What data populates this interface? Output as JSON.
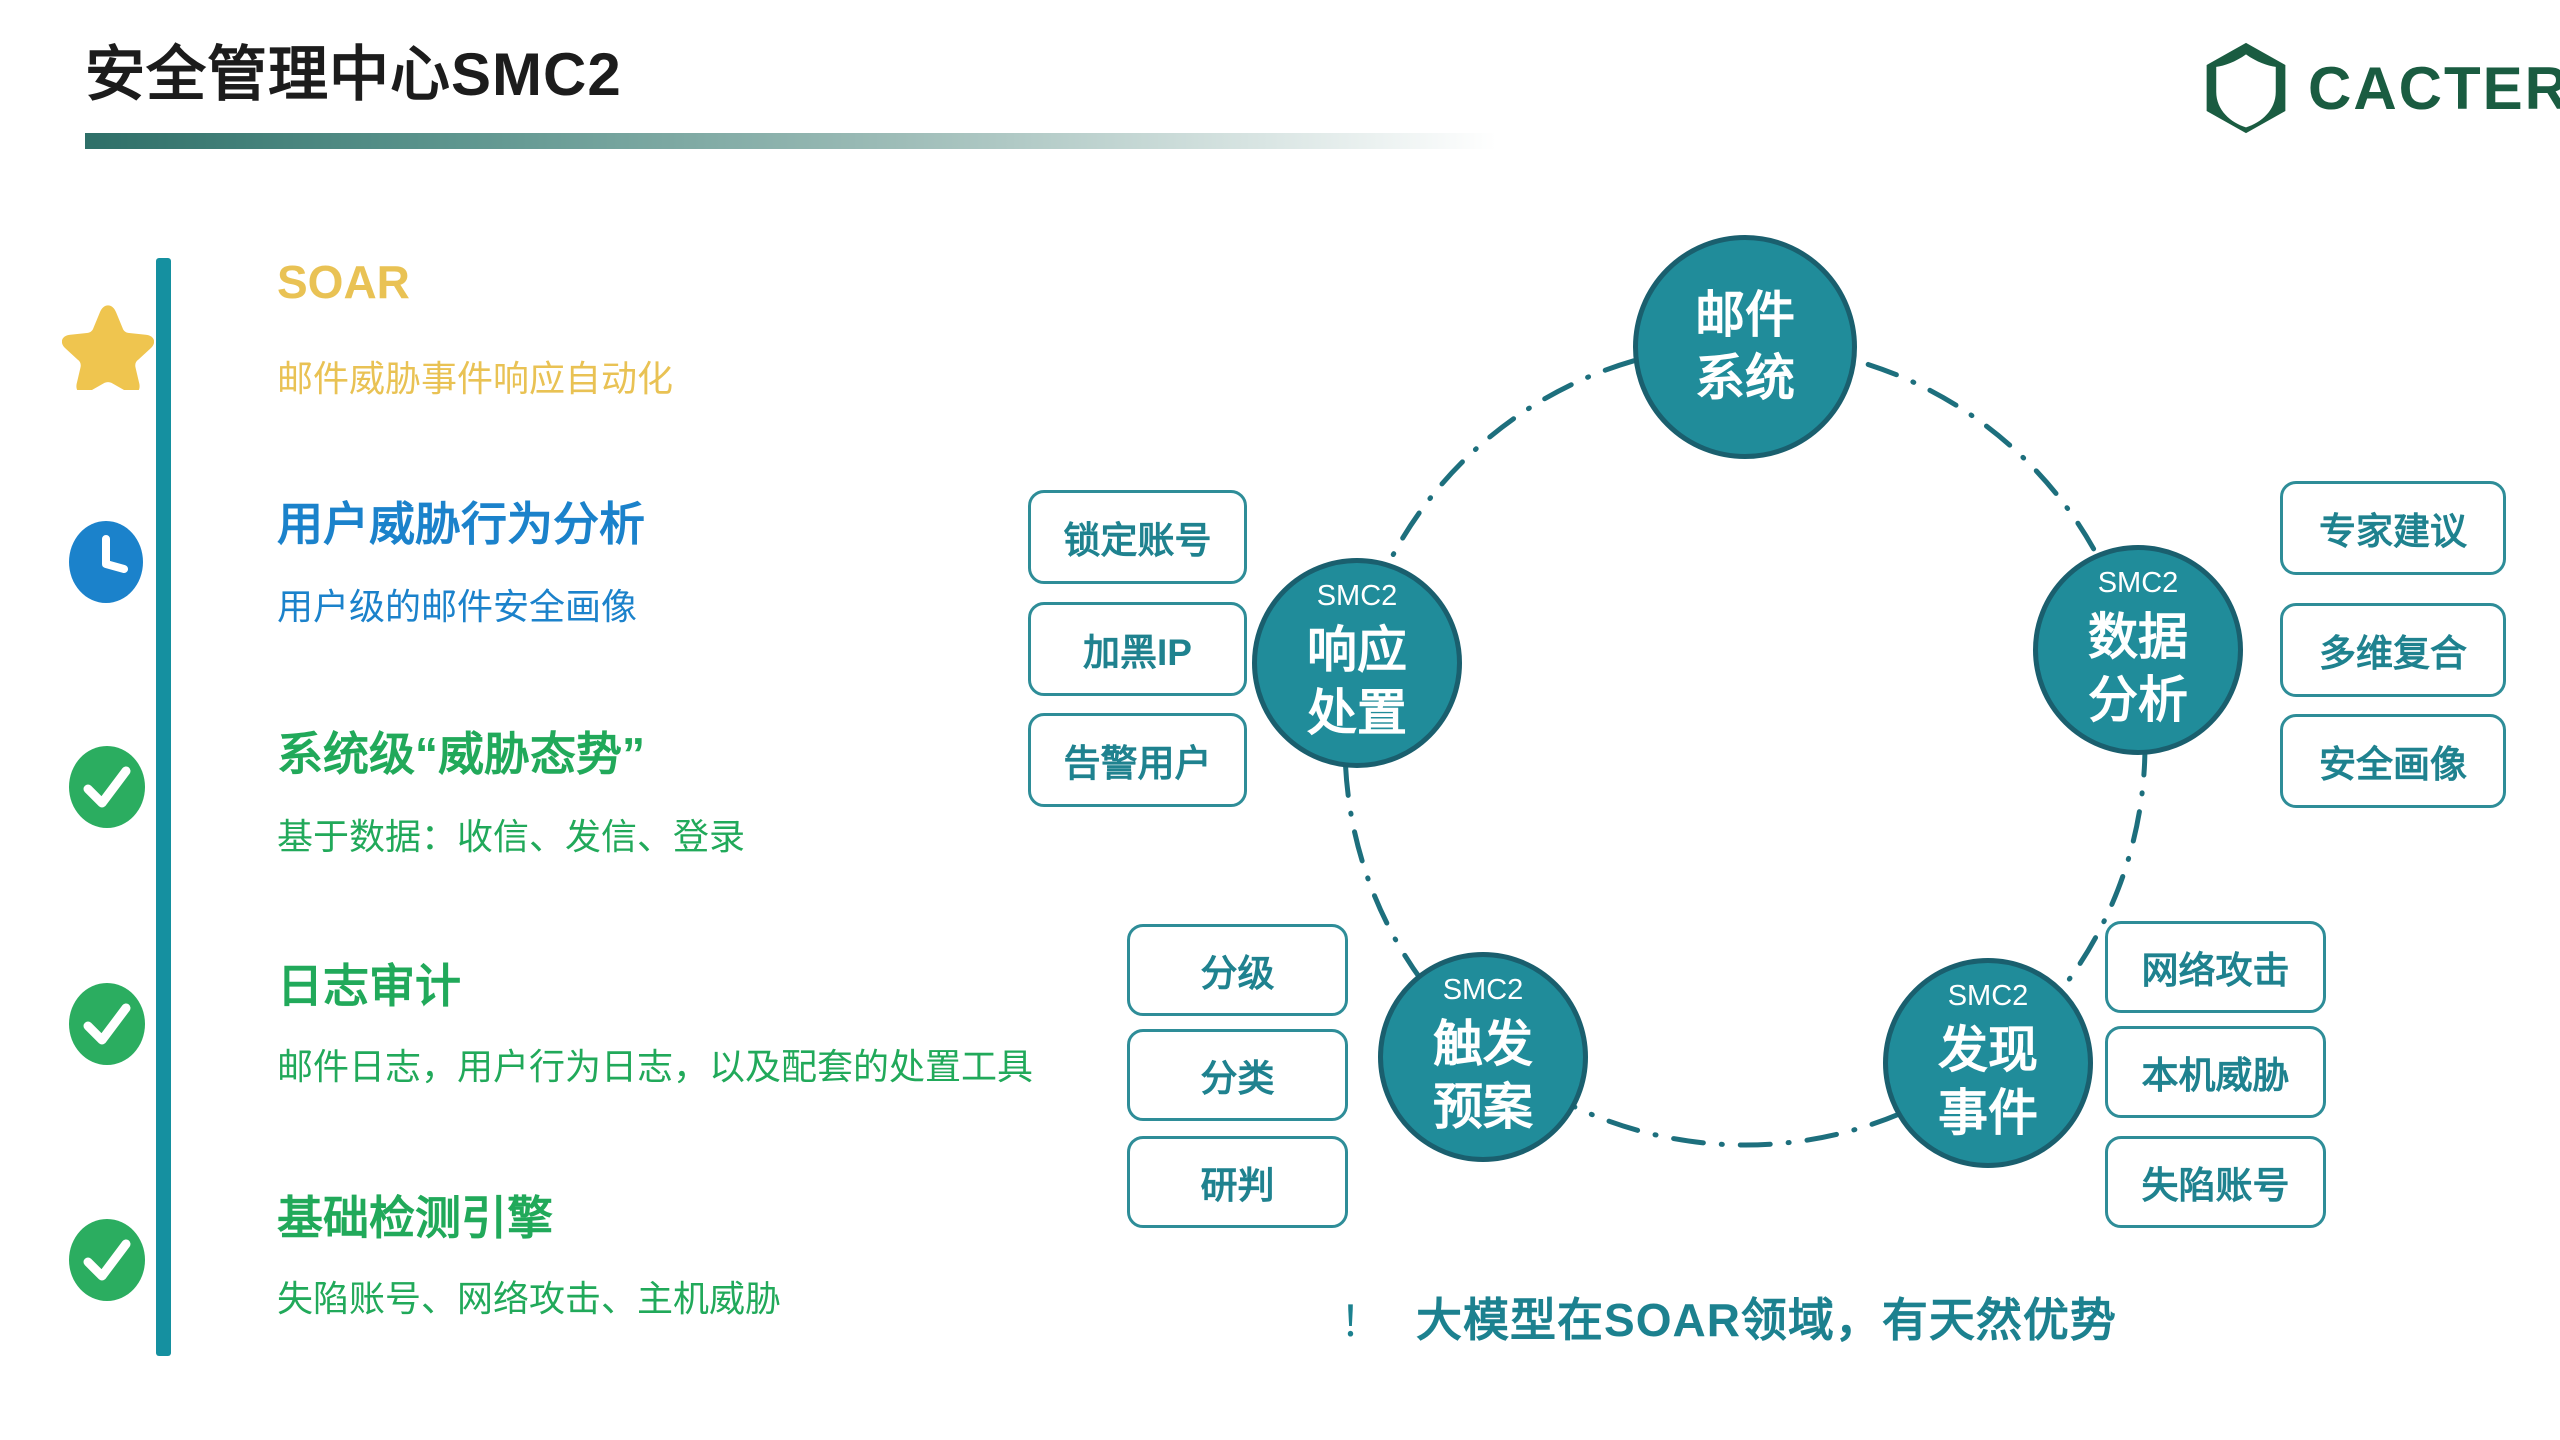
{
  "header": {
    "title": "安全管理中心SMC2",
    "brand": "CACTER"
  },
  "sidebar": {
    "items": [
      {
        "icon": "star",
        "title": "SOAR",
        "subtitle": "邮件威胁事件响应自动化"
      },
      {
        "icon": "clock",
        "title": "用户威胁行为分析",
        "subtitle": "用户级的邮件安全画像"
      },
      {
        "icon": "check",
        "title": "系统级“威胁态势”",
        "subtitle": "基于数据：收信、发信、登录"
      },
      {
        "icon": "check",
        "title": "日志审计",
        "subtitle": "邮件日志，用户行为日志，以及配套的处置工具"
      },
      {
        "icon": "check",
        "title": "基础检测引擎",
        "subtitle": "失陷账号、网络攻击、主机威胁"
      }
    ]
  },
  "diagram": {
    "mail": {
      "line1": "邮件",
      "line2": "系统"
    },
    "nodes": [
      {
        "tag": "SMC2",
        "line1": "响应",
        "line2": "处置",
        "boxes": [
          "锁定账号",
          "加黑IP",
          "告警用户"
        ]
      },
      {
        "tag": "SMC2",
        "line1": "数据",
        "line2": "分析",
        "boxes": [
          "专家建议",
          "多维复合",
          "安全画像"
        ]
      },
      {
        "tag": "SMC2",
        "line1": "触发",
        "line2": "预案",
        "boxes": [
          "分级",
          "分类",
          "研判"
        ]
      },
      {
        "tag": "SMC2",
        "line1": "发现",
        "line2": "事件",
        "boxes": [
          "网络攻击",
          "本机威胁",
          "失陷账号"
        ]
      }
    ],
    "note": {
      "prefix": "！",
      "text": "大模型在SOAR领域，有天然优势"
    }
  },
  "colors": {
    "teal_fill": "#208C9A",
    "teal_border": "#1A5F6E",
    "teal_box_text": "#1F828F",
    "ring": "#1D6F7D",
    "sidebar_bar": "#1590A0",
    "accent_yellow": "#E9C254",
    "accent_blue": "#1B82CB",
    "accent_green": "#21A95A",
    "logo_green": "#1A5C41",
    "title_black": "#1C1C1C"
  }
}
